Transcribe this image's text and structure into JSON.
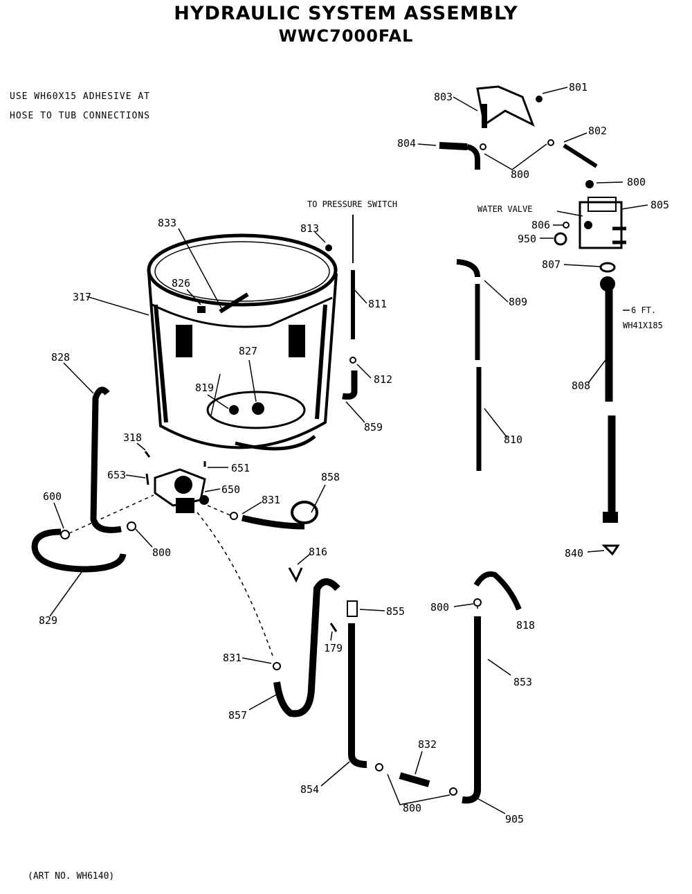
{
  "title": {
    "line1": "HYDRAULIC SYSTEM ASSEMBLY",
    "line2": "WWC7000FAL"
  },
  "note": {
    "line1": "USE WH60X15 ADHESIVE AT",
    "line2": "HOSE TO TUB CONNECTIONS"
  },
  "annotations": {
    "pressure_switch": "TO PRESSURE SWITCH",
    "water_valve": "WATER VALVE",
    "hose_length": "6 FT.",
    "hose_part": "WH41X185"
  },
  "footer": {
    "art_no": "(ART NO. WH6140)"
  },
  "labels": {
    "l801": "801",
    "l802": "802",
    "l803": "803",
    "l804": "804",
    "l800a": "800",
    "l800b": "800",
    "l805": "805",
    "l806": "806",
    "l950": "950",
    "l807": "807",
    "l833": "833",
    "l813": "813",
    "l826": "826",
    "l317": "317",
    "l811": "811",
    "l809": "809",
    "l827": "827",
    "l828": "828",
    "l819": "819",
    "l812": "812",
    "l808": "808",
    "l859": "859",
    "l810": "810",
    "l318": "318",
    "l651": "651",
    "l653": "653",
    "l650": "650",
    "l600": "600",
    "l831a": "831",
    "l858": "858",
    "l800c": "800",
    "l816": "816",
    "l840": "840",
    "l829": "829",
    "l800d": "800",
    "l855": "855",
    "l818": "818",
    "l179": "179",
    "l831b": "831",
    "l853": "853",
    "l857": "857",
    "l832": "832",
    "l854": "854",
    "l800e": "800",
    "l905": "905"
  }
}
